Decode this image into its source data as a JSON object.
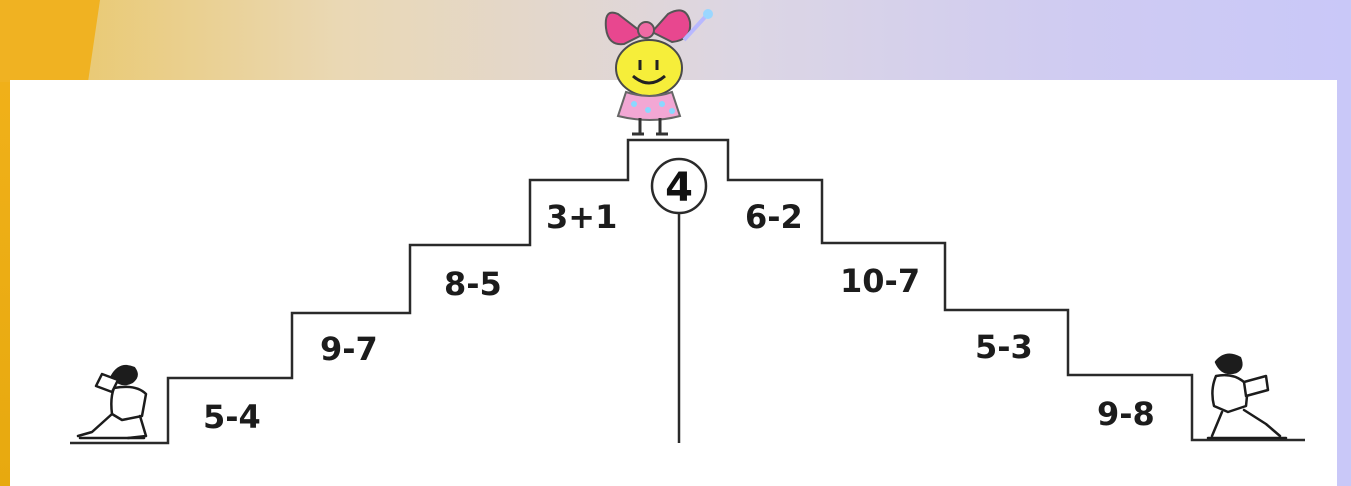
{
  "puzzle": {
    "answer": "4",
    "left_steps": [
      "5-4",
      "9-7",
      "8-5",
      "3+1"
    ],
    "right_steps": [
      "6-2",
      "10-7",
      "5-3",
      "9-8"
    ]
  },
  "colors": {
    "accent_yellow": "#f0b222",
    "ink": "#1c1c1c",
    "bow_pink": "#e8478f",
    "face_yellow": "#f6ee3a"
  },
  "icons": {
    "left_figure": "reading-child-left",
    "right_figure": "reading-child-right",
    "top_figure": "smiley-girl-with-bow"
  }
}
